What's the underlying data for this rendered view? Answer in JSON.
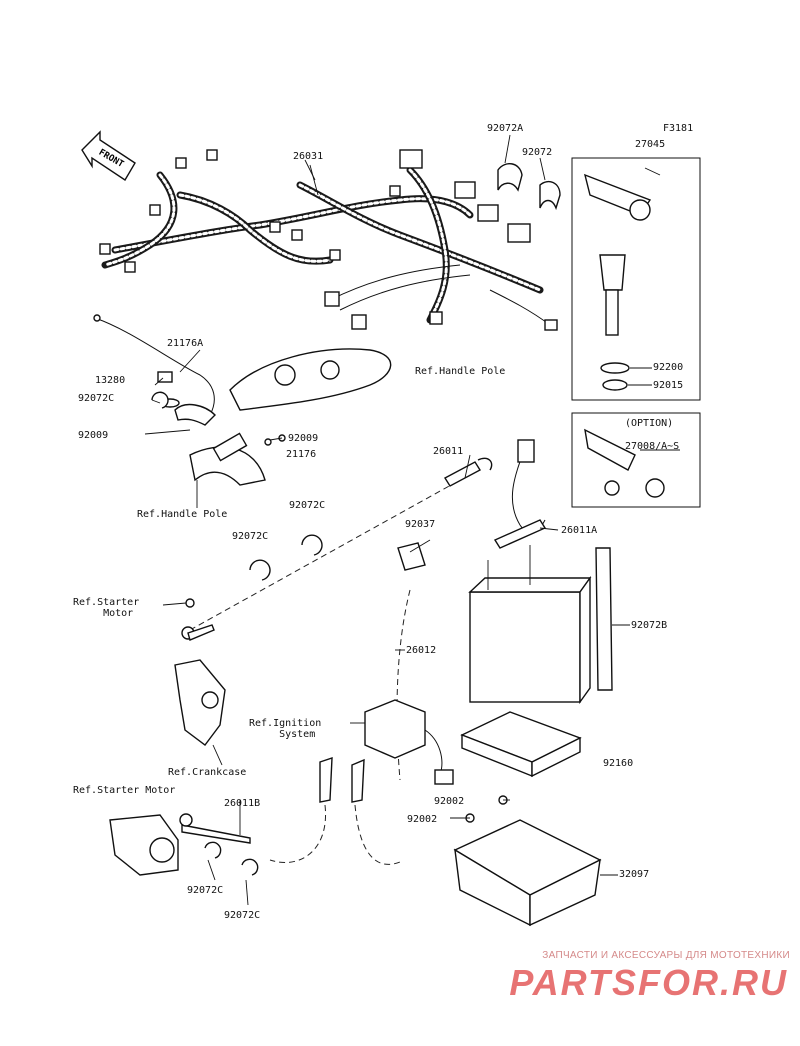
{
  "figure_code": "F3181",
  "front_label": "FRONT",
  "labels": {
    "p26031": "26031",
    "p92072A": "92072A",
    "p92072": "92072",
    "p27045": "27045",
    "p21176A": "21176A",
    "p13280": "13280",
    "p92072C_a": "92072C",
    "p92009_a": "92009",
    "p92009_b": "92009",
    "p21176": "21176",
    "ref_handle_pole_1": "Ref.Handle Pole",
    "ref_handle_pole_2": "Ref.Handle Pole",
    "p92200": "92200",
    "p92015": "92015",
    "option": "(OPTION)",
    "p27008": "27008/A~S",
    "p26011": "26011",
    "p92072C_b": "92072C",
    "p92072C_c": "92072C",
    "p92037": "92037",
    "p26011A": "26011A",
    "ref_starter_motor_1": "Ref.Starter\n     Motor",
    "p26012": "26012",
    "p92072B": "92072B",
    "ref_ignition": "Ref.Ignition\n     System",
    "ref_crankcase": "Ref.Crankcase",
    "p92160": "92160",
    "ref_starter_motor_2": "Ref.Starter Motor",
    "p26011B": "26011B",
    "p92002_a": "92002",
    "p92002_b": "92002",
    "p32097": "32097",
    "p92072C_d": "92072C",
    "p92072C_e": "92072C"
  },
  "watermark": {
    "line1": "ЗАПЧАСТИ И АКСЕССУАРЫ ДЛЯ МОТОТЕХНИКИ",
    "line2": "PARTSFOR.RU"
  }
}
